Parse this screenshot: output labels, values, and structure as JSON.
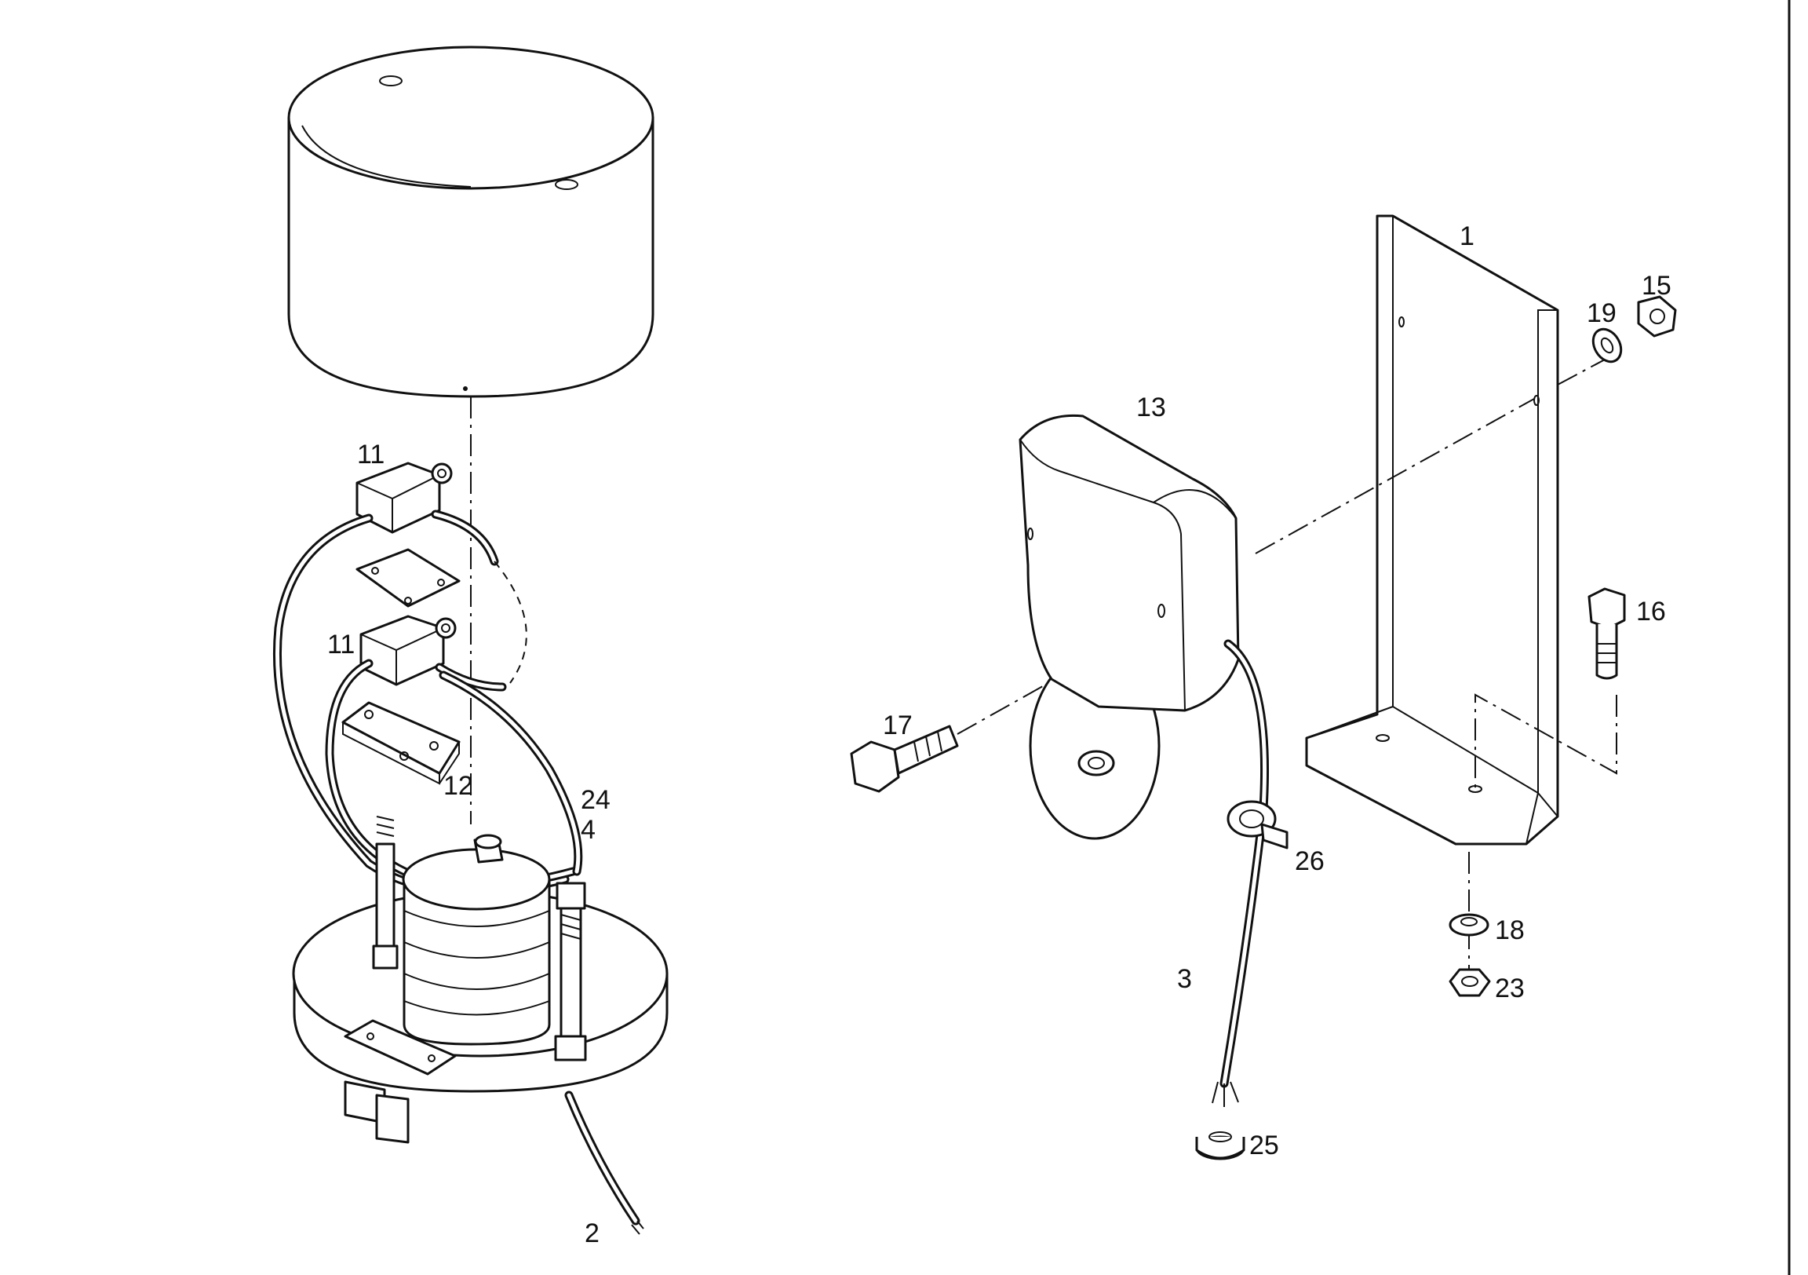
{
  "callouts": {
    "c1": "1",
    "c2": "2",
    "c3": "3",
    "c4": "4",
    "c11a": "11",
    "c11b": "11",
    "c12": "12",
    "c13": "13",
    "c15": "15",
    "c16": "16",
    "c17": "17",
    "c18": "18",
    "c19": "19",
    "c23": "23",
    "c24": "24",
    "c25": "25",
    "c26": "26"
  }
}
